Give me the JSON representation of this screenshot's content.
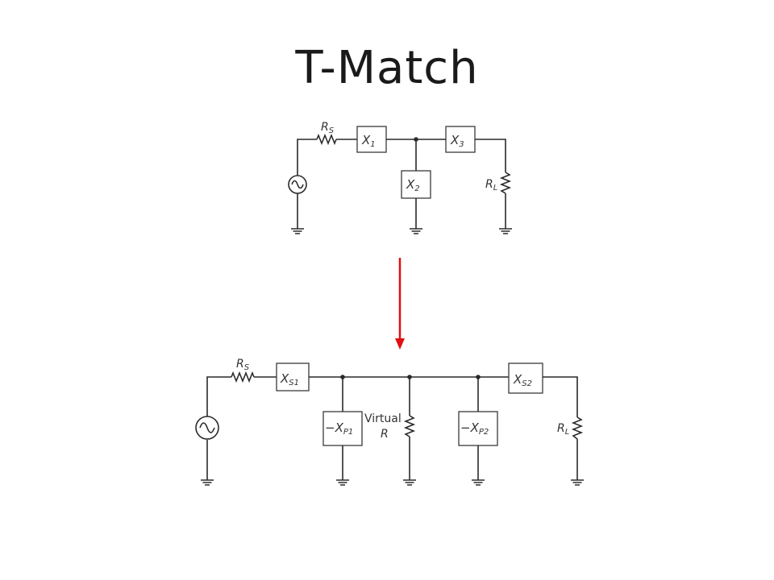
{
  "title": "T-Match",
  "top_circuit": {
    "rs": {
      "main": "R",
      "sub": "S"
    },
    "x1": {
      "main": "X",
      "sub": "1"
    },
    "x2": {
      "main": "X",
      "sub": "2"
    },
    "x3": {
      "main": "X",
      "sub": "3"
    },
    "rl": {
      "main": "R",
      "sub": "L"
    }
  },
  "bottom_circuit": {
    "rs": {
      "main": "R",
      "sub": "S"
    },
    "xs1": {
      "main": "X",
      "sub": "S1"
    },
    "xp1": {
      "prefix": "−",
      "main": "X",
      "sub": "P1"
    },
    "virtual_r": {
      "line1": "Virtual",
      "line2": "R"
    },
    "xp2": {
      "prefix": "−",
      "main": "X",
      "sub": "P2"
    },
    "xs2": {
      "main": "X",
      "sub": "S2"
    },
    "rl": {
      "main": "R",
      "sub": "L"
    }
  },
  "arrow_color": "#e01010"
}
